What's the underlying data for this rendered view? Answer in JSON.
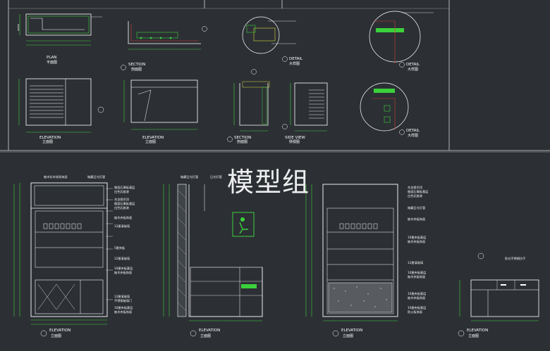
{
  "watermark": "模型组",
  "colors": {
    "background": "#2c3034",
    "line_white": "#ffffff",
    "line_green": "#3bd13b",
    "line_yellow": "#d9d93a",
    "line_cyan": "#49d1d1",
    "line_red": "#d23b3b"
  },
  "top_row": {
    "plan": {
      "title": "PLAN",
      "sub": "平面图"
    },
    "section": {
      "label": "SECTION",
      "sub": "剖面图"
    },
    "detail1": {
      "label": "DETAIL",
      "sub": "大样图"
    },
    "detail2": {
      "label": "DETAIL",
      "sub": "大样图"
    },
    "elev1": {
      "title": "ELEVATION",
      "sub": "立面图"
    },
    "elev2": {
      "title": "ELEVATION",
      "sub": "立面图"
    },
    "section2": {
      "label": "SECTION",
      "sub": "剖面图"
    },
    "side_view": {
      "title": "SIDE VIEW",
      "sub": "侧视图"
    },
    "detail3": {
      "label": "DETAIL",
      "sub": "大样图"
    }
  },
  "bottom_row": {
    "elev_c": {
      "title": "ELEVATION",
      "sub": "立面图",
      "notes": [
        "柚木实木线条饰面",
        "暗藏日光灯管",
        "细面石膏板基层",
        "白色乳胶漆",
        "木龙骨吊顶",
        "细面石膏板基层",
        "白色乳胶漆",
        "柚木夹板饰面",
        "12厘清玻璃",
        "5厘夹板",
        "12厘清玻璃",
        "10厘夹板基层",
        "柚木夹板饰面",
        "12厘清玻璃",
        "不锈钢玻璃门",
        "10厘夹板基层",
        "柚木夹板饰面"
      ]
    },
    "elev_a": {
      "title": "ELEVATION",
      "sub": "立面图",
      "notes": [
        "暗藏日光灯管",
        "日光灯管"
      ]
    },
    "elev_d": {
      "title": "ELEVATION",
      "sub": "立面图",
      "notes": [
        "木龙骨吊顶",
        "细面石膏板基层",
        "白色乳胶漆",
        "暗藏日光灯管",
        "柚木夹板饰面",
        "10厘夹板基层",
        "柚木夹板饰面",
        "12厘清玻璃",
        "10厘夹板基层",
        "柚木夹板饰面",
        "10厘夹板基层",
        "柚木夹板饰面",
        "10厘夹板基层",
        "防火板饰面"
      ]
    },
    "elev_b": {
      "title": "ELEVATION",
      "sub": "立面图",
      "notes": [
        "防光不锈钢拉手"
      ]
    }
  }
}
